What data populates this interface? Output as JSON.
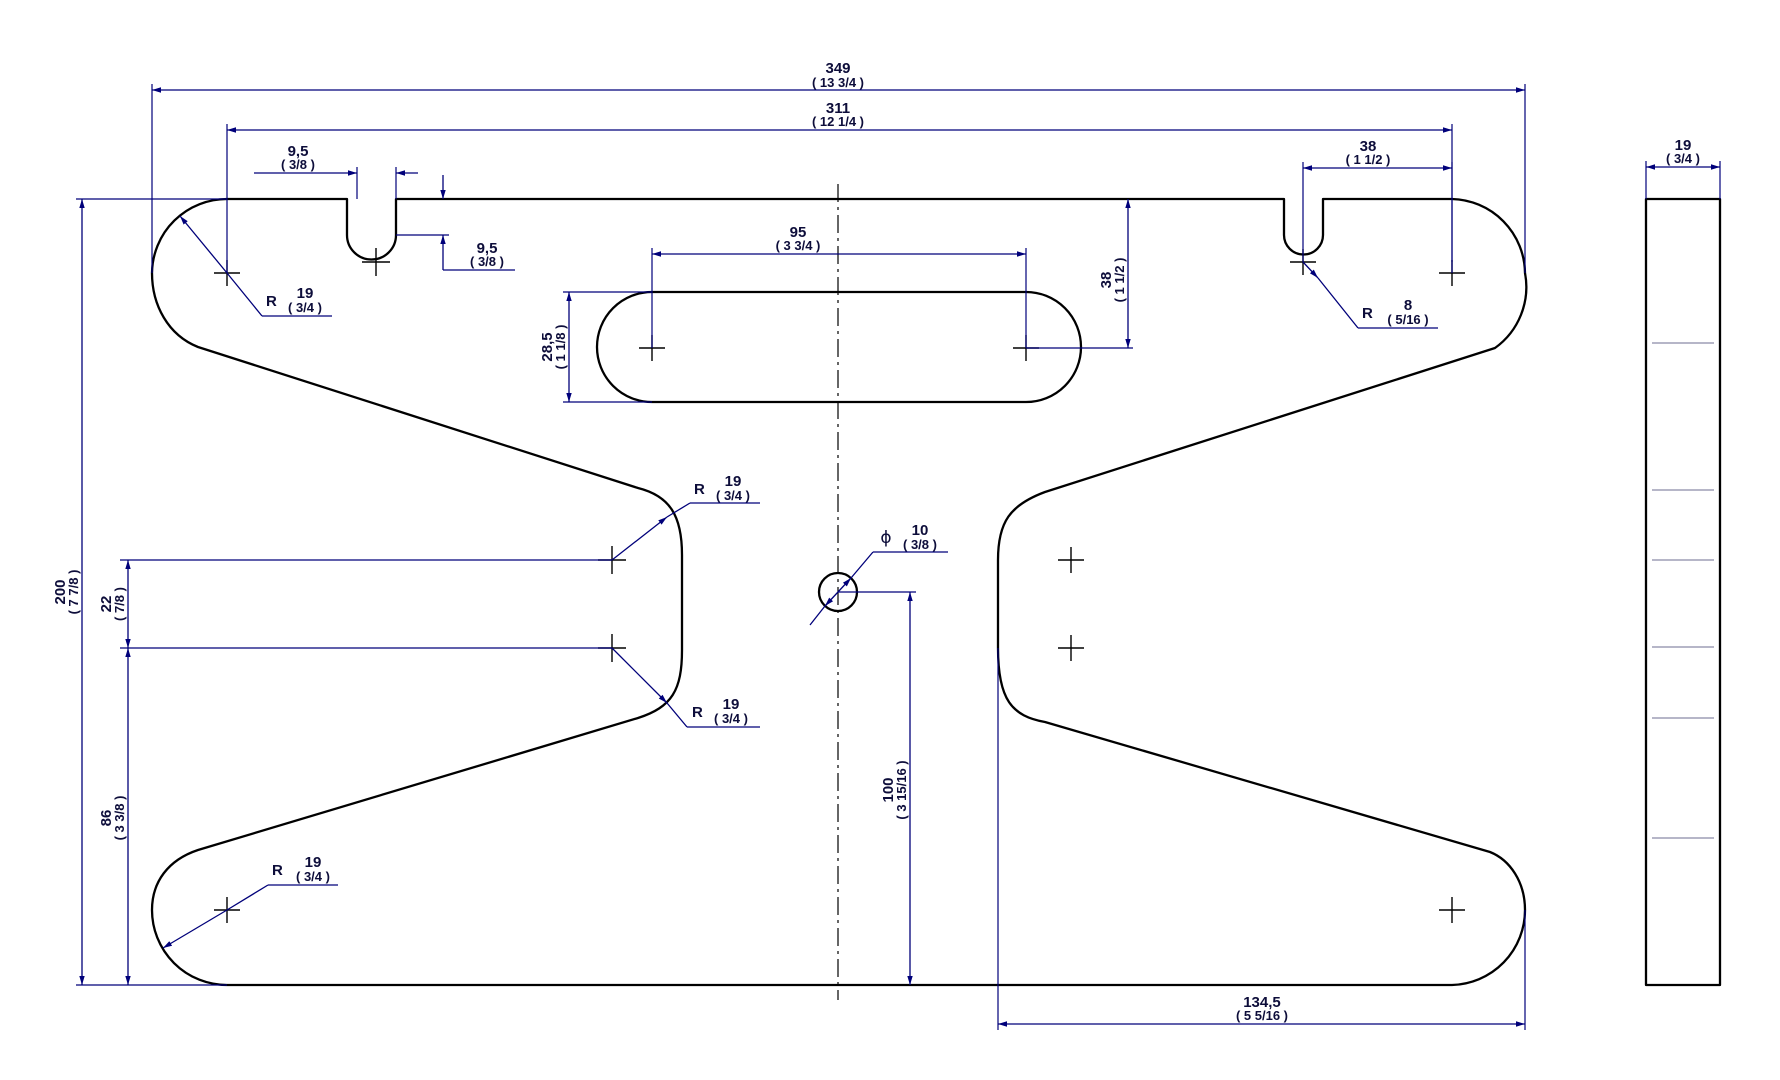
{
  "drawing": {
    "colors": {
      "outline": "#000000",
      "dimension": "#00007a",
      "text": "#0d0d3a"
    },
    "dims": {
      "overall_width": {
        "mm": "349",
        "in": "13 3/4"
      },
      "hole_spacing": {
        "mm": "311",
        "in": "12 1/4"
      },
      "slot_width_left": {
        "mm": "9,5",
        "in": "3/8"
      },
      "slot_depth_left": {
        "mm": "9,5",
        "in": "3/8"
      },
      "slot_offset_right": {
        "mm": "38",
        "in": "1 1/2"
      },
      "thickness": {
        "mm": "19",
        "in": "3/4"
      },
      "overall_height": {
        "mm": "200",
        "in": "7 7/8"
      },
      "center_slot_length": {
        "mm": "95",
        "in": "3 3/4"
      },
      "center_slot_width": {
        "mm": "28,5",
        "in": "1 1/8"
      },
      "slot_top_offset": {
        "mm": "38",
        "in": "1 1/2"
      },
      "notch_width": {
        "mm": "22",
        "in": "7/8"
      },
      "notch_height": {
        "mm": "86",
        "in": "3 3/8"
      },
      "hole_height": {
        "mm": "100",
        "in": "3 15/16"
      },
      "right_width": {
        "mm": "134,5",
        "in": "5 5/16"
      }
    },
    "radii": {
      "top_left": {
        "label": "R",
        "mm": "19",
        "in": "3/4"
      },
      "bottom_left": {
        "label": "R",
        "mm": "19",
        "in": "3/4"
      },
      "inner_upper": {
        "label": "R",
        "mm": "19",
        "in": "3/4"
      },
      "inner_lower": {
        "label": "R",
        "mm": "19",
        "in": "3/4"
      },
      "keyhole_right": {
        "label": "R",
        "mm": "8",
        "in": "5/16"
      }
    },
    "hole": {
      "symbol": "ϕ",
      "mm": "10",
      "in": "3/8"
    }
  }
}
